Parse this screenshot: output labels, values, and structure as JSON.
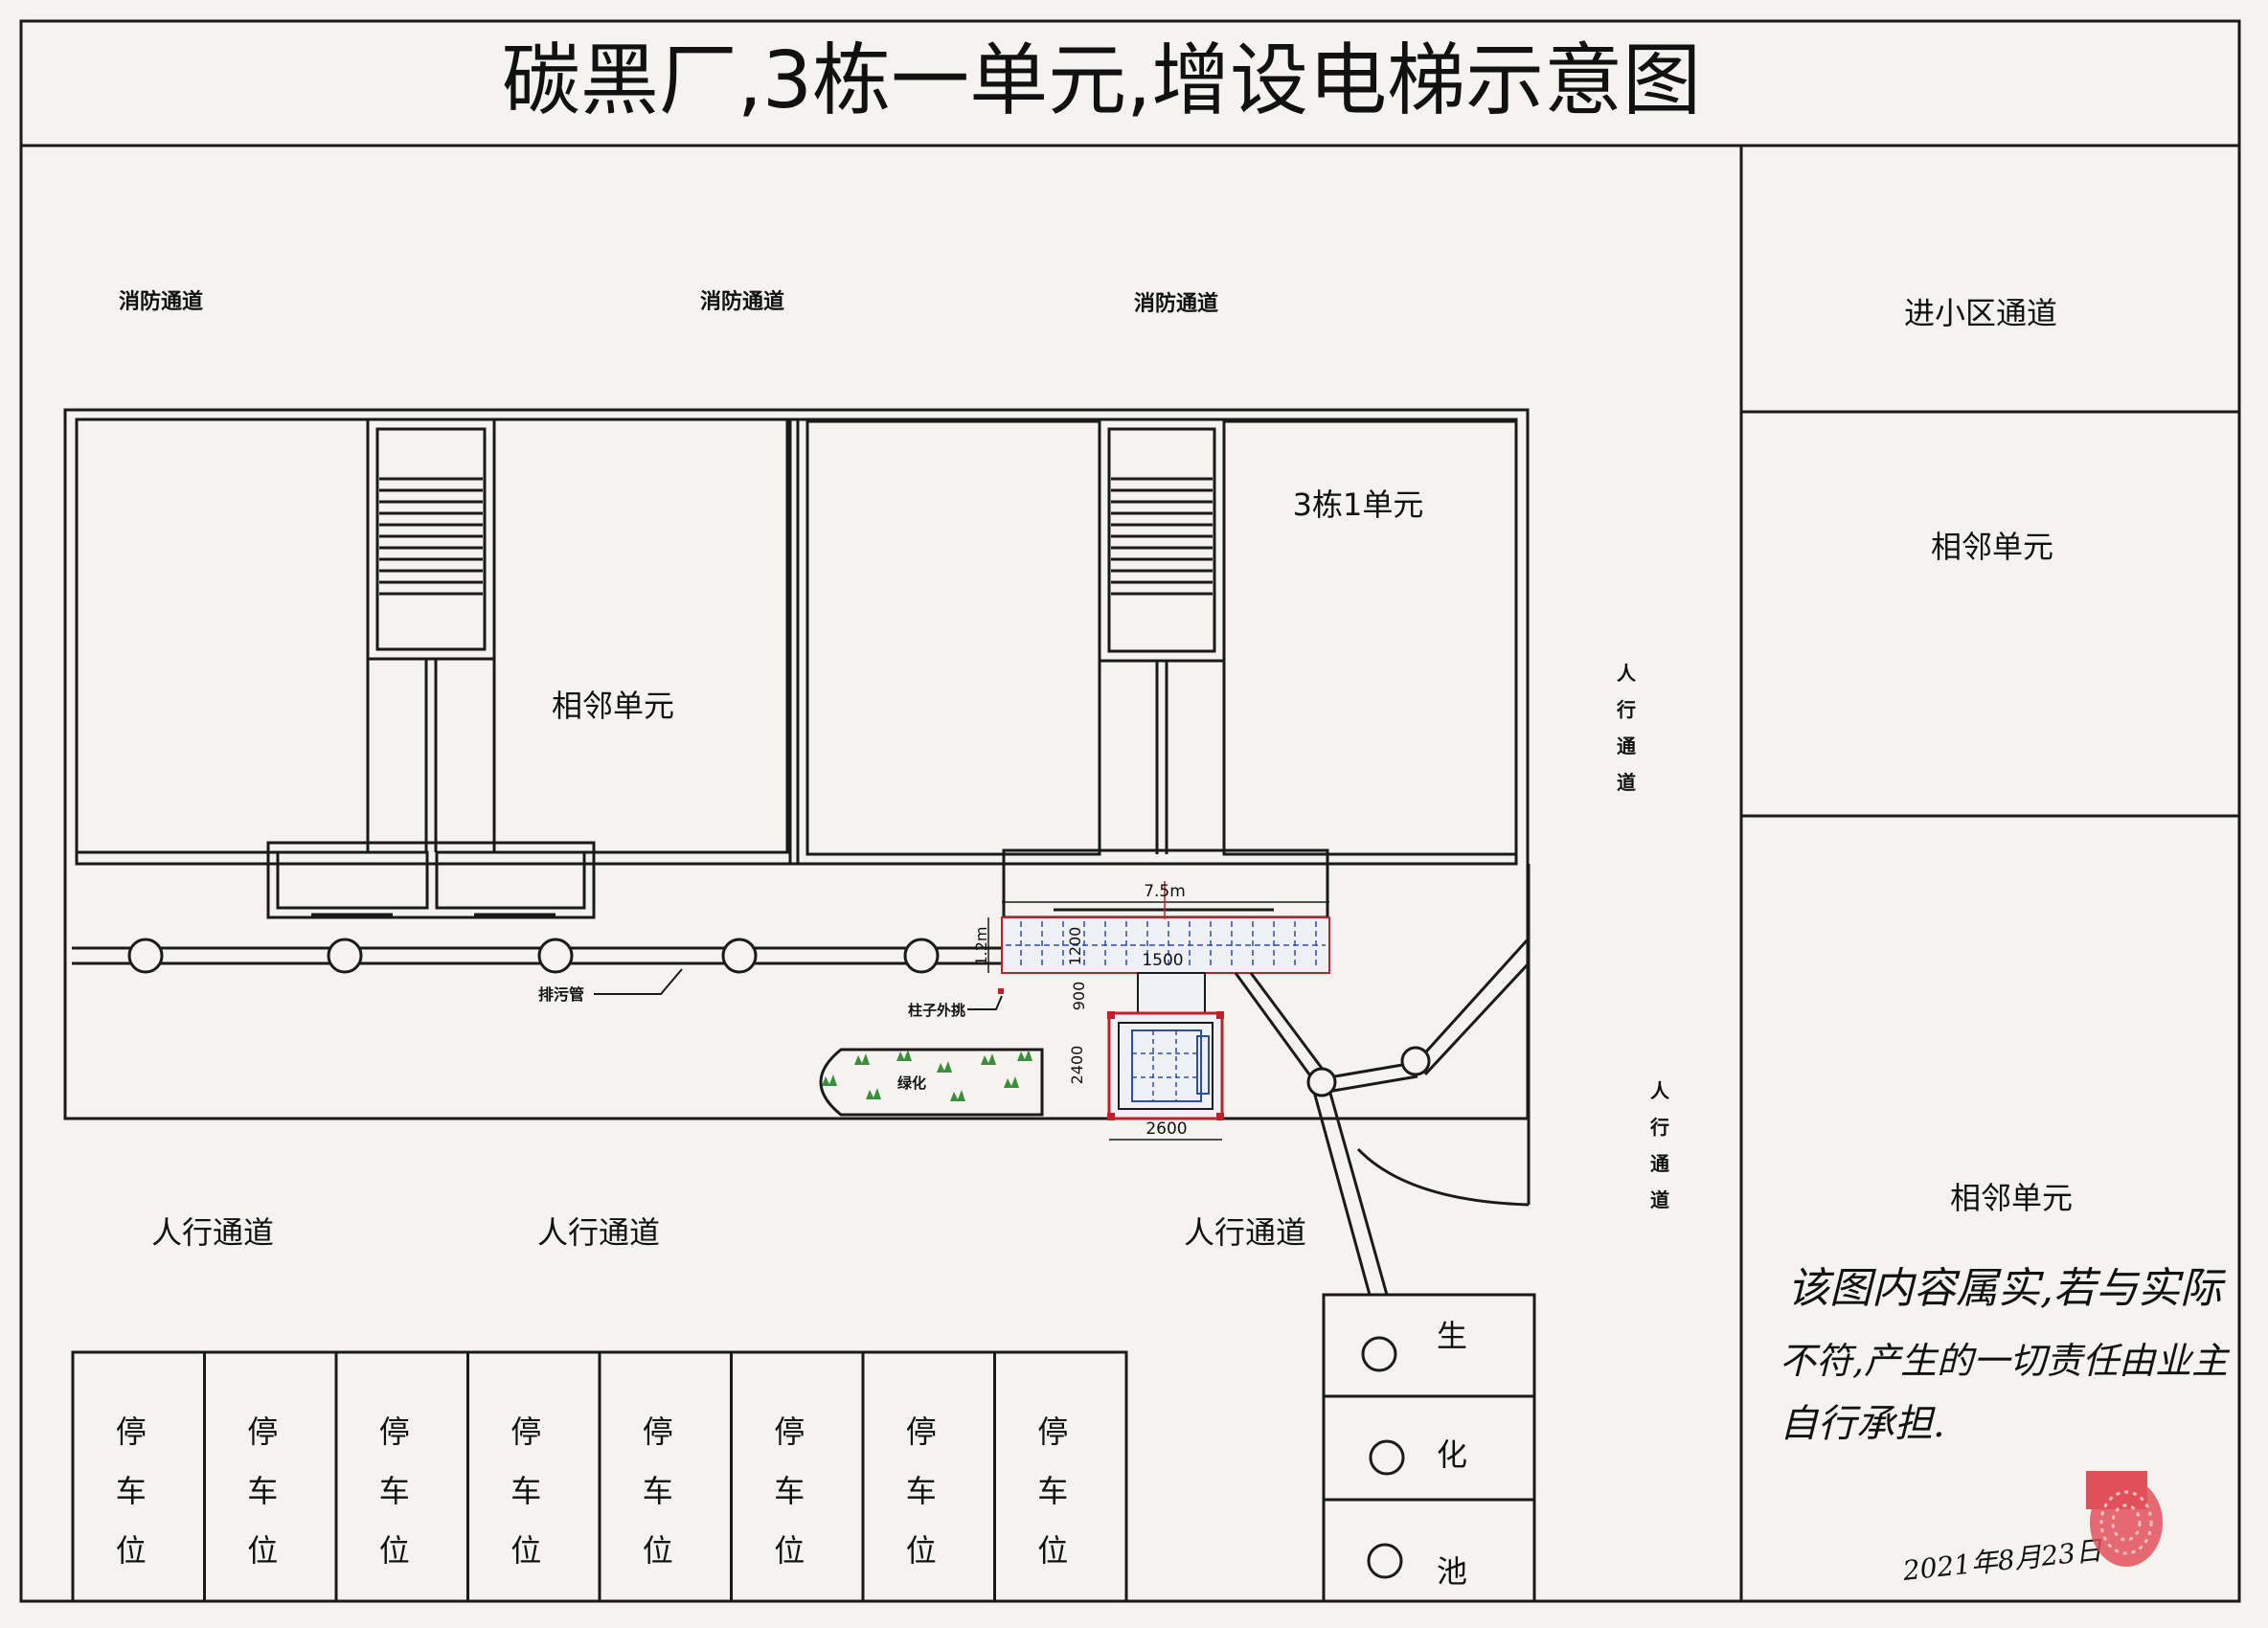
{
  "title": "碳黑厂,3栋一单元,增设电梯示意图",
  "labels": {
    "fire_lane": "消防通道",
    "community_entry": "进小区通道",
    "adjacent_unit": "相邻单元",
    "building_unit": "3栋1单元",
    "pedestrian_walkway": "人行通道",
    "pedestrian_vertical": [
      "人",
      "行",
      "通",
      "道"
    ],
    "sewage_pipe": "排污管",
    "column_extension": "柱子外挑",
    "greenery": "绿化",
    "parking": [
      "停",
      "车",
      "位"
    ],
    "septic_tank": [
      "生",
      "化",
      "池"
    ]
  },
  "dimensions": {
    "corridor_width": "7.5m",
    "offset": "1.2m",
    "corridor_depth": "1200",
    "corridor_inner": "1500",
    "link_depth": "900",
    "shaft_depth": "2400",
    "shaft_width": "2600"
  },
  "note": {
    "line1": "该图内容属实,若与实际",
    "line2": "不符,产生的一切责任由业主",
    "line3": "自行承担.",
    "date": "2021年8月23日"
  },
  "colors": {
    "line": "#1a1a1a",
    "paper": "#f4f3ef",
    "elevator_red": "#c0202a",
    "elevator_blue": "#2b4fa8",
    "stamp": "#e0505a",
    "grass": "#3a8f3a"
  }
}
